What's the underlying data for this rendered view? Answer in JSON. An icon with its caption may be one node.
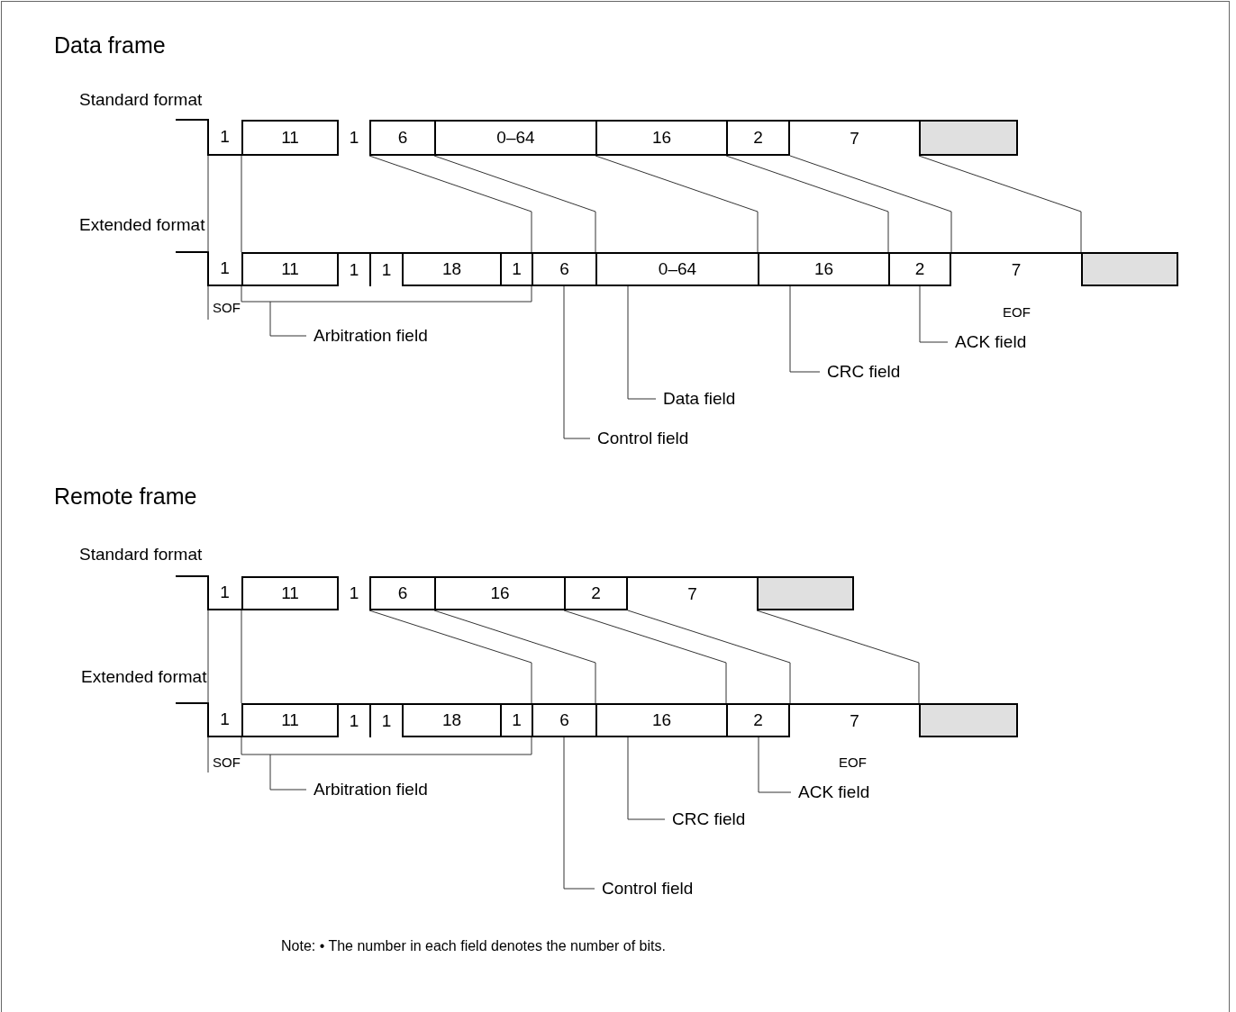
{
  "diagram": {
    "nodes": [
      {
        "text": [
          "1"
        ]
      },
      {
        "text": [
          "11"
        ]
      },
      {
        "text": [
          "1"
        ]
      },
      {
        "text": [
          "6"
        ]
      },
      {
        "text": [
          "0–64"
        ]
      },
      {
        "text": [
          "16"
        ]
      },
      {
        "text": [
          "2"
        ]
      },
      {
        "text": [
          "7"
        ]
      },
      {
        "text": [],
        "shape": "box"
      },
      {
        "text": [
          "1"
        ]
      },
      {
        "text": [
          "11"
        ]
      },
      {
        "text": [
          "1"
        ]
      },
      {
        "text": [
          "1"
        ]
      },
      {
        "text": [
          "18"
        ]
      },
      {
        "text": [
          "1"
        ]
      },
      {
        "text": [
          "6"
        ]
      },
      {
        "text": [
          "0–64"
        ]
      },
      {
        "text": [
          "16"
        ]
      },
      {
        "text": [
          "2"
        ]
      },
      {
        "text": [
          "7"
        ]
      },
      {
        "text": [],
        "shape": "box"
      },
      {
        "text": [
          "Arbitration field"
        ]
      },
      {
        "text": [
          "ACK field"
        ]
      },
      {
        "text": [
          "CRC field"
        ]
      },
      {
        "text": [
          "Data field"
        ]
      },
      {
        "text": [
          "Control field"
        ]
      },
      {
        "text": [
          "1"
        ]
      },
      {
        "text": [
          "11"
        ]
      },
      {
        "text": [
          "1"
        ]
      },
      {
        "text": [
          "6"
        ]
      },
      {
        "text": [
          "16"
        ]
      },
      {
        "text": [
          "2"
        ]
      },
      {
        "text": [
          "7"
        ]
      },
      {
        "text": [],
        "shape": "box"
      },
      {
        "text": [
          "1"
        ]
      },
      {
        "text": [
          "11"
        ]
      },
      {
        "text": [
          "1"
        ]
      },
      {
        "text": [
          "1"
        ]
      },
      {
        "text": [
          "18"
        ]
      },
      {
        "text": [
          "1"
        ]
      },
      {
        "text": [
          "6"
        ]
      },
      {
        "text": [
          "16"
        ]
      },
      {
        "text": [
          "2"
        ]
      },
      {
        "text": [
          "7"
        ]
      },
      {
        "text": [],
        "shape": "box"
      },
      {
        "text": [
          "Arbitration field"
        ]
      },
      {
        "text": [
          "ACK field"
        ]
      },
      {
        "text": [
          "CRC field"
        ]
      },
      {
        "text": [
          "Control field"
        ]
      },
      {
        "text": [],
        "shape": "bracket"
      },
      {
        "text": [],
        "shape": "bracket"
      }
    ],
    "edges": [
      {
        "from": 3,
        "to": 15,
        "arrow": "none"
      },
      {
        "from": 4,
        "to": 16,
        "arrow": "none"
      },
      {
        "from": 5,
        "to": 17,
        "arrow": "none"
      },
      {
        "from": 6,
        "to": 18,
        "arrow": "none"
      },
      {
        "from": 7,
        "to": 19,
        "arrow": "none"
      },
      {
        "from": 8,
        "to": 20,
        "arrow": "none"
      },
      {
        "from": 21,
        "to": 49,
        "arrow": "none"
      },
      {
        "from": 22,
        "to": 18,
        "arrow": "none"
      },
      {
        "from": 23,
        "to": 17,
        "arrow": "none"
      },
      {
        "from": 24,
        "to": 16,
        "arrow": "none"
      },
      {
        "from": 25,
        "to": 15,
        "arrow": "none"
      },
      {
        "from": 29,
        "to": 40,
        "arrow": "none"
      },
      {
        "from": 30,
        "to": 41,
        "arrow": "none"
      },
      {
        "from": 31,
        "to": 42,
        "arrow": "none"
      },
      {
        "from": 32,
        "to": 43,
        "arrow": "none"
      },
      {
        "from": 33,
        "to": 44,
        "arrow": "none"
      },
      {
        "from": 45,
        "to": 50,
        "arrow": "none"
      },
      {
        "from": 46,
        "to": 42,
        "arrow": "none"
      },
      {
        "from": 47,
        "to": 41,
        "arrow": "none"
      },
      {
        "from": 48,
        "to": 40,
        "arrow": "none"
      },
      {
        "from": 0,
        "to": 9,
        "arrow": "none"
      },
      {
        "from": 1,
        "to": 10,
        "arrow": "none"
      },
      {
        "from": 26,
        "to": 34,
        "arrow": "none"
      },
      {
        "from": 27,
        "to": 35,
        "arrow": "none"
      }
    ],
    "labels": [
      "Data frame",
      "Standard format",
      "Extended format",
      "SOF",
      "EOF",
      "Remote frame",
      "Standard format",
      "Extended format",
      "SOF",
      "EOF",
      "Note: • The number in each field denotes the number of bits."
    ]
  }
}
